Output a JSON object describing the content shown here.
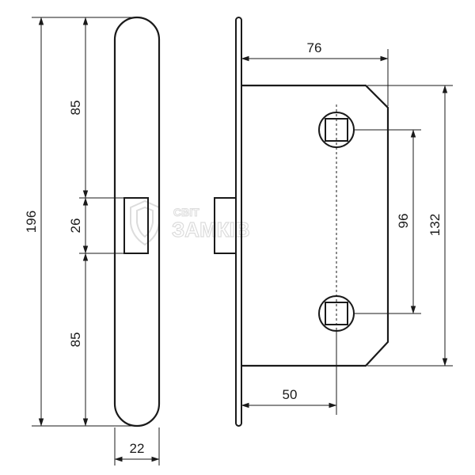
{
  "dimensions": {
    "total_height": "196",
    "upper_offset": "85",
    "latch_height": "26",
    "lower_offset": "85",
    "faceplate_width": "22",
    "body_depth": "76",
    "backset": "50",
    "follower_spacing": "96",
    "body_height": "132"
  },
  "watermark": {
    "line1": "СВІТ",
    "line2": "ЗАМКІВ"
  },
  "colors": {
    "line": "#1a1a1a",
    "watermark": "#dcdcdc"
  }
}
